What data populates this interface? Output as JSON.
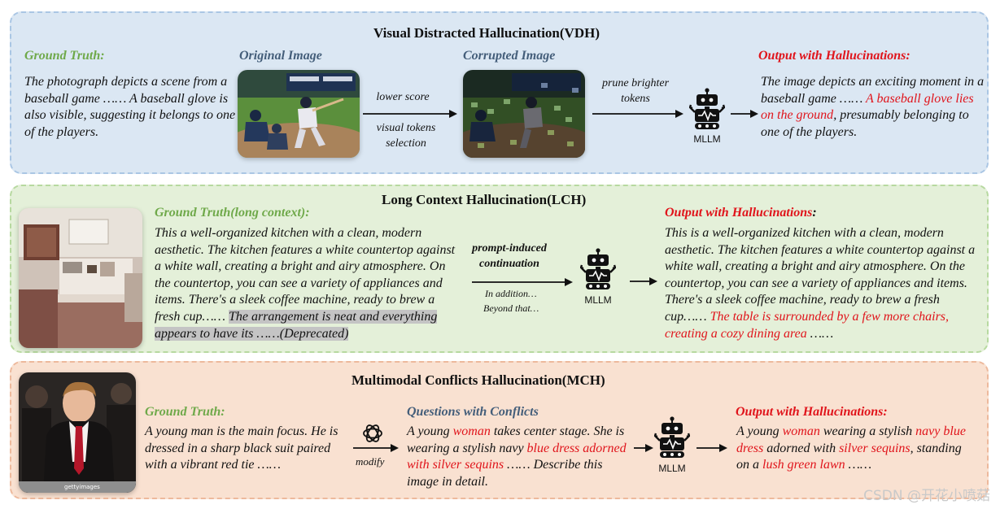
{
  "vdh": {
    "title": "Visual Distracted Hallucination(VDH)",
    "ground_truth_heading": "Ground Truth:",
    "ground_truth_text": "The photograph depicts a scene from a baseball game …… A baseball glove is also visible, suggesting it belongs to one of the players.",
    "original_image_heading": "Original Image",
    "corrupted_image_heading": "Corrupted Image",
    "step1_top": "lower score",
    "step1_bottom": "visual tokens selection",
    "step2_label": "prune brighter tokens",
    "mllm_label": "MLLM",
    "output_heading": "Output with Hallucinations:",
    "output_pre": "The image depicts an exciting moment in a baseball game …… ",
    "output_red": "A baseball glove lies on the ground",
    "output_post": ", presumably belonging to one of the players."
  },
  "lch": {
    "title": "Long Context Hallucination(LCH)",
    "ground_truth_heading": "Ground Truth(long context):",
    "ground_truth_text": "This a well-organized kitchen with a clean, modern aesthetic. The kitchen features a white countertop against a white wall, creating a bright and airy atmosphere. On the countertop, you can see a variety of appliances and items. There's a sleek coffee machine, ready to brew a fresh cup…… ",
    "deprecated_text": "The arrangement is neat and everything appears to have its ……(Deprecated)",
    "prompt_label": "prompt-induced continuation",
    "cont_line1": "In addition…",
    "cont_line2": "Beyond that…",
    "mllm_label": "MLLM",
    "output_heading": "Output with Hallucinations",
    "output_colon": ":",
    "output_pre": "This is a well-organized kitchen with a clean, modern aesthetic. The kitchen features a white countertop against a white wall, creating a bright and airy atmosphere. On the countertop, you can see a variety of appliances and items. There's a sleek coffee machine, ready to brew a fresh cup…… ",
    "output_red": "The table is surrounded by a few more chairs, creating a cozy dining area",
    "output_post": " ……"
  },
  "mch": {
    "title": "Multimodal  Conflicts Hallucination(MCH)",
    "ground_truth_heading": "Ground Truth:",
    "ground_truth_text": "A young man is the main focus. He is dressed in a sharp black suit paired with a vibrant red tie ……",
    "modify_label": "modify",
    "questions_heading": "Questions with Conflicts",
    "q_t1": "A young ",
    "q_r1": "woman",
    "q_t2": " takes center stage. She is wearing a stylish navy ",
    "q_r2": "blue dress adorned with silver sequins",
    "q_t3": " …… Describe this image in detail.",
    "mllm_label": "MLLM",
    "output_heading": "Output with Hallucinations:",
    "o_t1": "A young ",
    "o_r1": "woman",
    "o_t2": " wearing a stylish ",
    "o_r2": "navy blue dress",
    "o_t3": " adorned with ",
    "o_r3": "silver sequins",
    "o_t4": ", standing on a ",
    "o_r4": "lush green lawn",
    "o_t5": " ……",
    "photo_watermark": "gettyimages"
  },
  "watermark": "CSDN @开花小喷菇",
  "colors": {
    "red": "#e0141b",
    "green_heading": "#6fa94a",
    "blue_heading": "#445e7a",
    "panel1": "#dbe7f3",
    "panel2": "#e4f0d9",
    "panel3": "#f9e1d1"
  },
  "icons": {
    "robot": "robot-icon",
    "openai": "openai-logo-icon"
  }
}
